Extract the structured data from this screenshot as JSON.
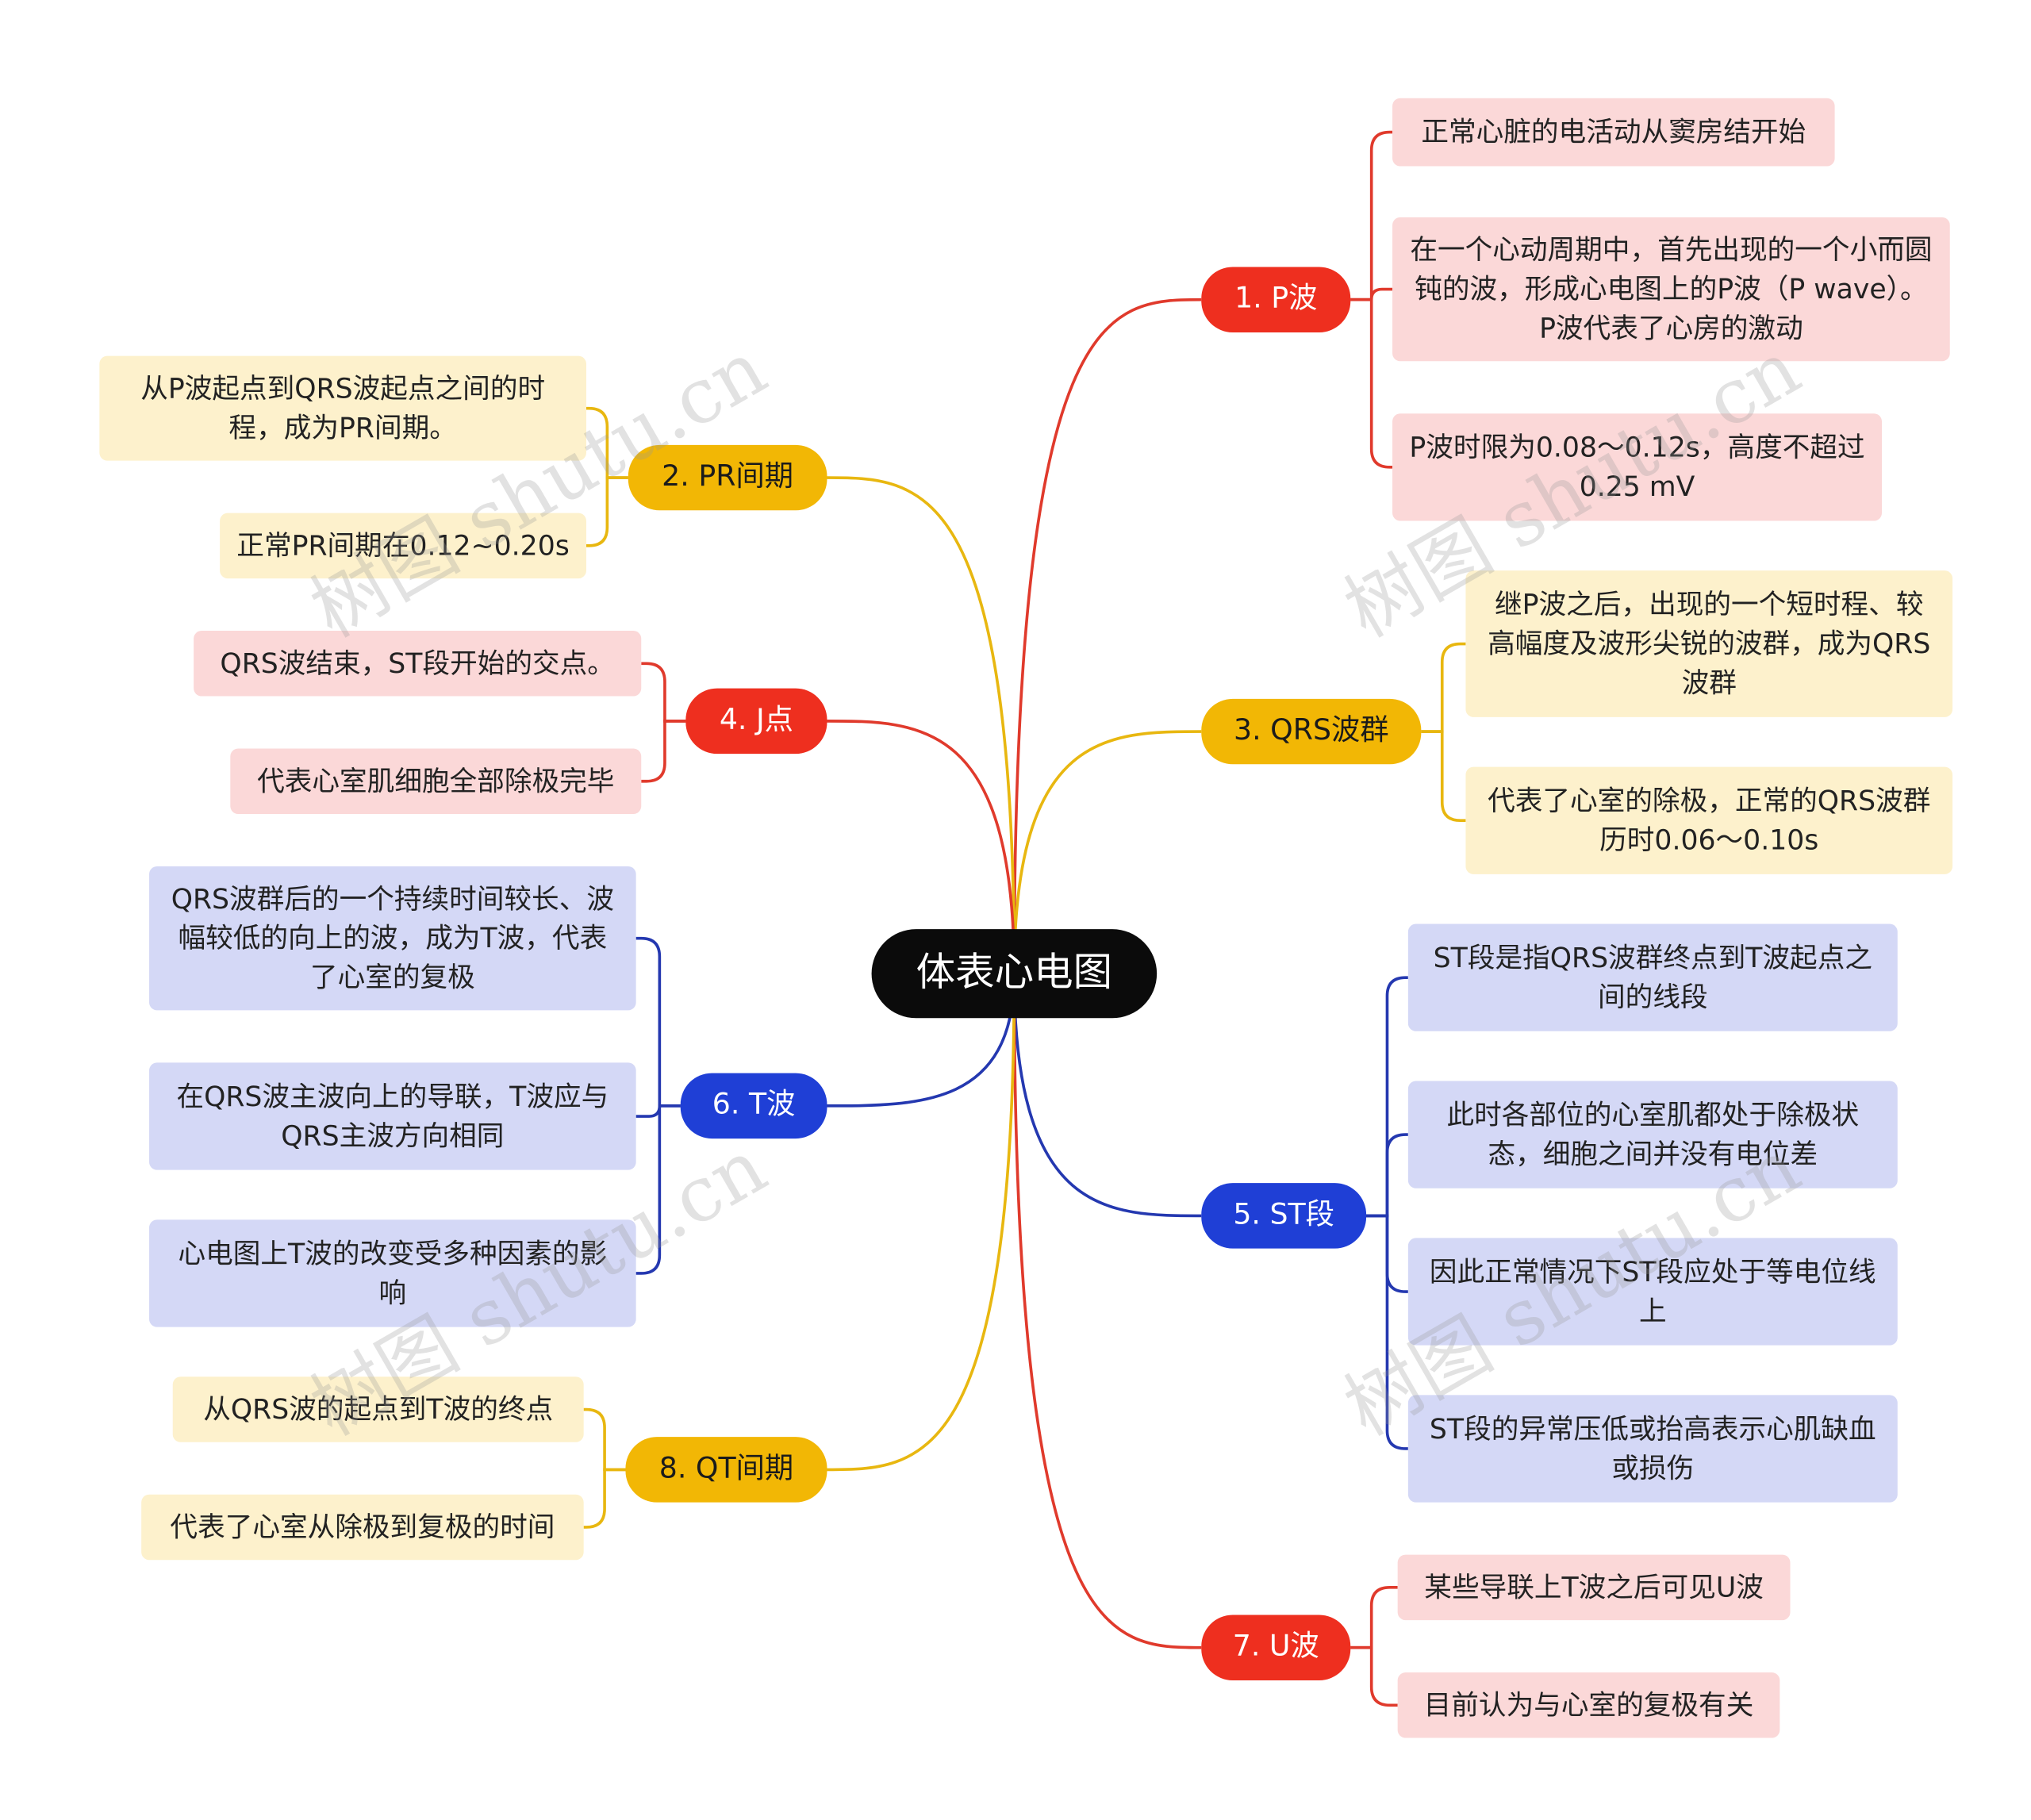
{
  "center": {
    "label": "体表心电图"
  },
  "colors": {
    "red": "#e03a2c",
    "yellow": "#e8b710",
    "blue": "#2438b0"
  },
  "branches": [
    {
      "id": "p",
      "label": "1. P波",
      "color": "red",
      "leaves": [
        "正常心脏的电活动从窦房结开始",
        "在一个心动周期中，首先出现的一个小而圆钝的波，形成心电图上的P波（P wave）。P波代表了心房的激动",
        "P波时限为0.08～0.12s，高度不超过0.25 mV"
      ]
    },
    {
      "id": "pr",
      "label": "2. PR间期",
      "color": "yellow",
      "leaves": [
        "从P波起点到QRS波起点之间的时程，成为PR间期。",
        "正常PR间期在0.12~0.20s"
      ]
    },
    {
      "id": "qrs",
      "label": "3. QRS波群",
      "color": "yellow",
      "leaves": [
        "继P波之后，出现的一个短时程、较高幅度及波形尖锐的波群，成为QRS波群",
        "代表了心室的除极，正常的QRS波群历时0.06～0.10s"
      ]
    },
    {
      "id": "j",
      "label": "4. J点",
      "color": "red",
      "leaves": [
        "QRS波结束，ST段开始的交点。",
        "代表心室肌细胞全部除极完毕"
      ]
    },
    {
      "id": "st",
      "label": "5. ST段",
      "color": "blue",
      "leaves": [
        "ST段是指QRS波群终点到T波起点之间的线段",
        "此时各部位的心室肌都处于除极状态，细胞之间并没有电位差",
        "因此正常情况下ST段应处于等电位线上",
        "ST段的异常压低或抬高表示心肌缺血或损伤"
      ]
    },
    {
      "id": "t",
      "label": "6. T波",
      "color": "blue",
      "leaves": [
        "QRS波群后的一个持续时间较长、波幅较低的向上的波，成为T波，代表了心室的复极",
        "在QRS波主波向上的导联，T波应与QRS主波方向相同",
        "心电图上T波的改变受多种因素的影响"
      ]
    },
    {
      "id": "u",
      "label": "7. U波",
      "color": "red",
      "leaves": [
        "某些导联上T波之后可见U波",
        "目前认为与心室的复极有关"
      ]
    },
    {
      "id": "qt",
      "label": "8. QT间期",
      "color": "yellow",
      "leaves": [
        "从QRS波的起点到T波的终点",
        "代表了心室从除极到复极的时间"
      ]
    }
  ],
  "watermark": "树图 shutu.cn"
}
